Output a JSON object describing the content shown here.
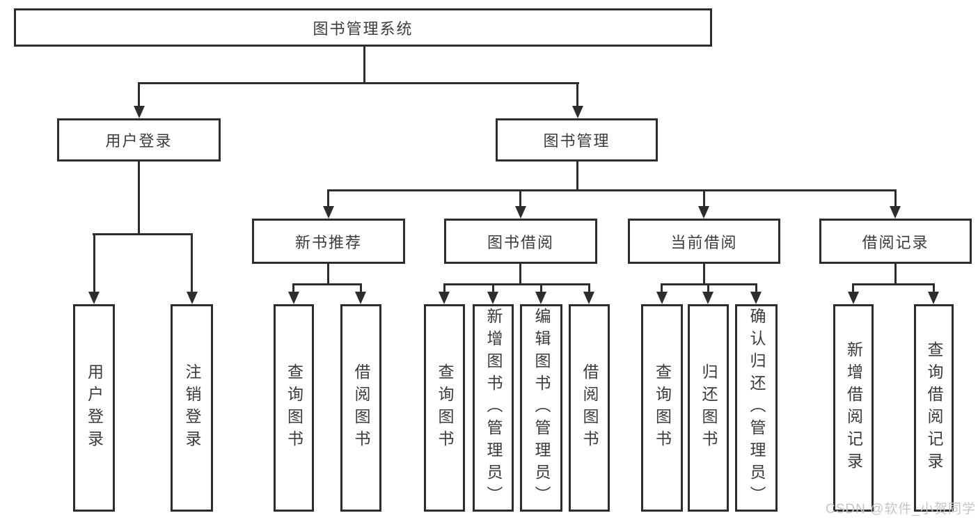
{
  "tree": {
    "label": "图书管理系统",
    "children": [
      {
        "label": "用户登录",
        "children": [
          {
            "label": "用户登录"
          },
          {
            "label": "注销登录"
          }
        ]
      },
      {
        "label": "图书管理",
        "children": [
          {
            "label": "新书推荐",
            "children": [
              {
                "label": "查询图书"
              },
              {
                "label": "借阅图书"
              }
            ]
          },
          {
            "label": "图书借阅",
            "children": [
              {
                "label": "查询图书"
              },
              {
                "label": "新增图书（管理员）"
              },
              {
                "label": "编辑图书（管理员）"
              },
              {
                "label": "借阅图书"
              }
            ]
          },
          {
            "label": "当前借阅",
            "children": [
              {
                "label": "查询图书"
              },
              {
                "label": "归还图书"
              },
              {
                "label": "确认归还（管理员）"
              }
            ]
          },
          {
            "label": "借阅记录",
            "children": [
              {
                "label": "新增借阅记录"
              },
              {
                "label": "查询借阅记录"
              }
            ]
          }
        ]
      }
    ]
  },
  "watermark": {
    "text": "CSDN @软件_小贺同学"
  },
  "colors": {
    "line": "#2d2d2d",
    "box_border": "#2d2d2d",
    "text": "#3b3b3b",
    "watermark": "#c9c4c4",
    "background": "#ffffff"
  }
}
